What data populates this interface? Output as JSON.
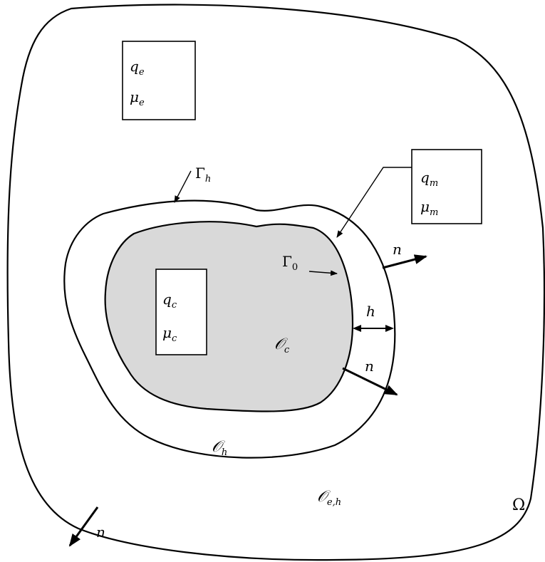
{
  "regions": {
    "omega": "Ω",
    "o_eh": {
      "base": "𝒪",
      "sub": "e,h"
    },
    "o_h": {
      "base": "𝒪",
      "sub": "h"
    },
    "o_c": {
      "base": "𝒪",
      "sub": "c"
    }
  },
  "boundaries": {
    "gamma_h": {
      "base": "Γ",
      "sub": "h"
    },
    "gamma_0": {
      "base": "Γ",
      "sub": "0"
    }
  },
  "boxes": {
    "exterior": {
      "q": {
        "base": "q",
        "sub": "e"
      },
      "mu": {
        "base": "μ",
        "sub": "e"
      }
    },
    "middle": {
      "q": {
        "base": "q",
        "sub": "m"
      },
      "mu": {
        "base": "μ",
        "sub": "m"
      }
    },
    "core": {
      "q": {
        "base": "q",
        "sub": "c"
      },
      "mu": {
        "base": "μ",
        "sub": "c"
      }
    }
  },
  "normals": {
    "label": "n"
  },
  "thickness": {
    "label": "h"
  },
  "colors": {
    "core_fill": "#d9d9d9",
    "stroke": "#000000"
  }
}
